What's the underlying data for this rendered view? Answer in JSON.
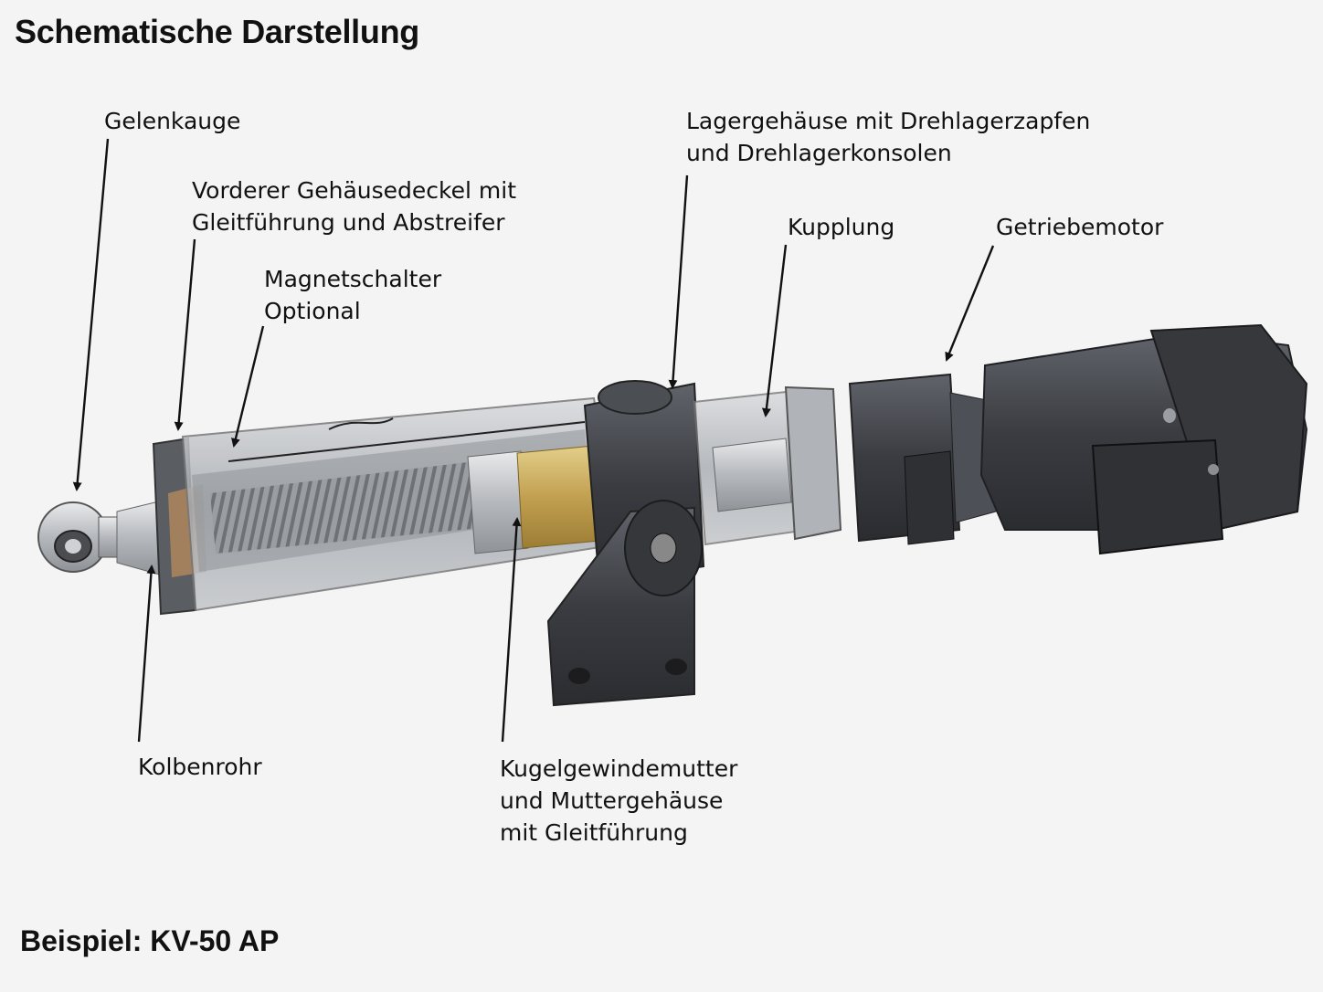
{
  "title": "Schematische Darstellung",
  "footer": "Beispiel: KV-50 AP",
  "labels": {
    "gelenkauge": "Gelenkauge",
    "vorderer_l1": "Vorderer Gehäusedeckel mit",
    "vorderer_l2": "Gleitführung und Abstreifer",
    "magnet_l1": "Magnetschalter",
    "magnet_l2": "Optional",
    "lager_l1": "Lagergehäuse mit Drehlagerzapfen",
    "lager_l2": "und Drehlagerkonsolen",
    "kupplung": "Kupplung",
    "getriebemotor": "Getriebemotor",
    "kolbenrohr": "Kolbenrohr",
    "kugel_l1": "Kugelgewindemutter",
    "kugel_l2": "und Muttergehäuse",
    "kugel_l3": "mit Gleitführung"
  },
  "colors": {
    "background": "#f4f4f4",
    "housing_dark": "#3d3f43",
    "tube_glass": "#c9ccd0",
    "screw": "#8a8d90",
    "nut_brass": "#c7a85a",
    "arrow": "#111111"
  },
  "icons": [
    "rod-eye-icon",
    "ball-screw-icon",
    "bearing-bracket-icon",
    "coupling-icon",
    "gear-motor-icon"
  ]
}
